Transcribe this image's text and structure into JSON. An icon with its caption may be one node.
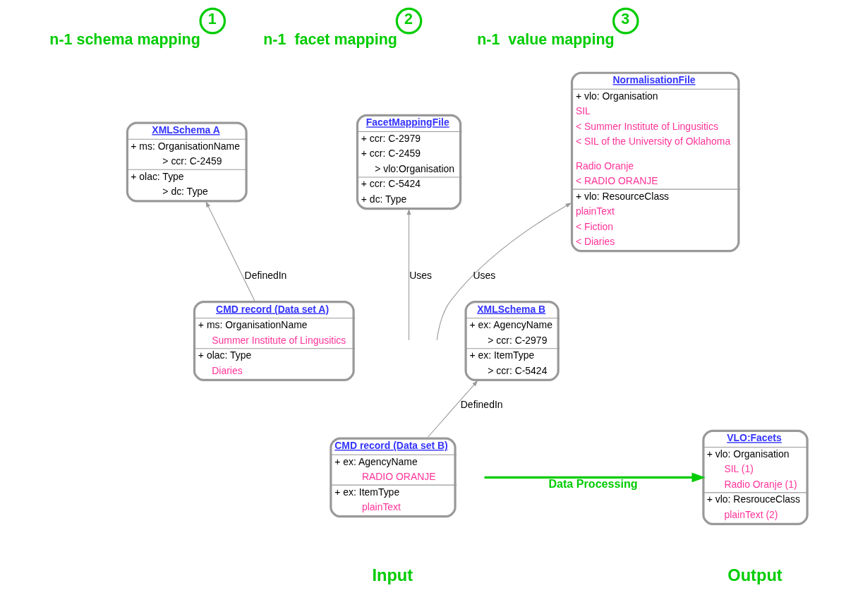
{
  "diagram": {
    "nodes": [
      {
        "text": [
          "1"
        ],
        "beside": [
          "n-1 schema mapping"
        ]
      },
      {
        "text": [
          "2"
        ],
        "beside": [
          "n-1  facet mapping"
        ]
      },
      {
        "text": [
          "3"
        ],
        "beside": [
          "n-1  value mapping"
        ]
      },
      {
        "text": [
          "XMLSchema A",
          "+ ms: OrganisationName",
          "> ccr: C-2459",
          "+ olac: Type",
          "> dc: Type"
        ]
      },
      {
        "text": [
          "XMLSchema B",
          "+ ex: AgencyName",
          "> ccr: C-2979",
          "+ ex: ItemType",
          "> ccr: C-5424"
        ]
      },
      {
        "text": [
          "FacetMappingFile",
          "+ ccr: C-2979",
          "+ ccr: C-2459",
          "> vlo:Organisation",
          "+ ccr: C-5424",
          "+ dc: Type"
        ]
      },
      {
        "text": [
          "NormalisationFile",
          "+ vlo: Organisation",
          "SIL",
          "< Summer Institute of Lingusitics",
          "< SIL of the University of Oklahoma",
          "Radio Oranje",
          "< RADIO ORANJE",
          "+ vlo: ResourceClass",
          "plainText",
          "< Fiction",
          "< Diaries"
        ]
      },
      {
        "text": [
          "CMD record (Data set A)",
          "+ ms: OrganisationName",
          "Summer Institute of Lingusitics",
          "+ olac: Type",
          "Diaries"
        ]
      },
      {
        "text": [
          "CMD record (Data set B)",
          "+ ex: AgencyName",
          "RADIO ORANJE",
          "+ ex: ItemType",
          "plainText"
        ]
      },
      {
        "text": [
          "VLO:Facets",
          "+ vlo: Organisation",
          "SIL (1)",
          "Radio Oranje (1)",
          "+ vlo: ResrouceClass",
          "plainText (2)"
        ]
      }
    ],
    "edges": [
      {
        "from": 7,
        "to": 3,
        "arrow": "to",
        "label": "DefinedIn"
      },
      {
        "from": 8,
        "to": 4,
        "arrow": "to",
        "label": "DefinedIn"
      },
      {
        "from": null,
        "to": 5,
        "arrow": "to",
        "label": "Uses"
      },
      {
        "from": null,
        "to": 6,
        "arrow": "to",
        "label": "Uses"
      },
      {
        "from": null,
        "to": 9,
        "arrow": "to",
        "label": "Data Processing",
        "style": "thick",
        "color": "#00cc00"
      }
    ],
    "labels": [
      "Input",
      "Output"
    ]
  }
}
